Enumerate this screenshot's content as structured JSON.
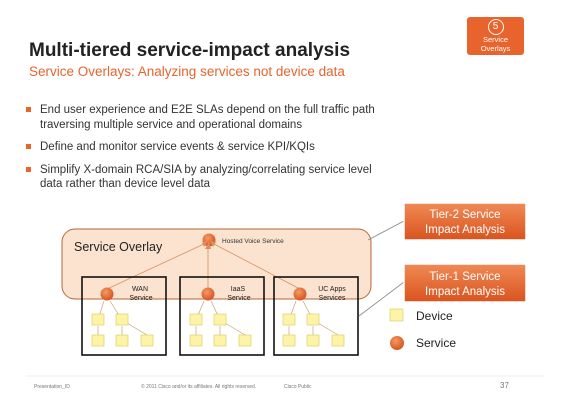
{
  "badge": {
    "number": "5",
    "label_line1": "Service",
    "label_line2": "Overlays"
  },
  "title": "Multi-tiered service-impact analysis",
  "subtitle": "Service Overlays: Analyzing services not device data",
  "bullets": [
    {
      "line1": "End user experience and E2E SLAs depend on the full traffic path",
      "line2": "traversing multiple service and operational domains"
    },
    {
      "line1": "Define and monitor service events & service KPI/KQIs",
      "line2": ""
    },
    {
      "line1": "Simplify  X-domain RCA/SIA by analyzing/correlating  service level",
      "line2": "data rather than device level data"
    }
  ],
  "diagram": {
    "overlay_label": "Service Overlay",
    "hosted_service_label": "Hosted Voice Service",
    "domains": [
      {
        "line1": "WAN",
        "line2": "Service"
      },
      {
        "line1": "IaaS",
        "line2": "Service"
      },
      {
        "line1": "UC Apps",
        "line2": "Services"
      }
    ],
    "tier2": {
      "line1": "Tier-2 Service",
      "line2": "Impact Analysis"
    },
    "tier1": {
      "line1": "Tier-1 Service",
      "line2": "Impact Analysis"
    },
    "legend": {
      "device": "Device",
      "service": "Service"
    }
  },
  "footer": {
    "presentation_id": "Presentation_ID",
    "copyright": "© 2011 Cisco and/or its affiliates. All rights reserved.",
    "classification": "Cisco Public",
    "page": "37"
  },
  "colors": {
    "accent": "#e8642c",
    "overlay_fill": "#fbe3cf",
    "device_fill": "#fff3a8",
    "device_stroke": "#d8c65a"
  }
}
